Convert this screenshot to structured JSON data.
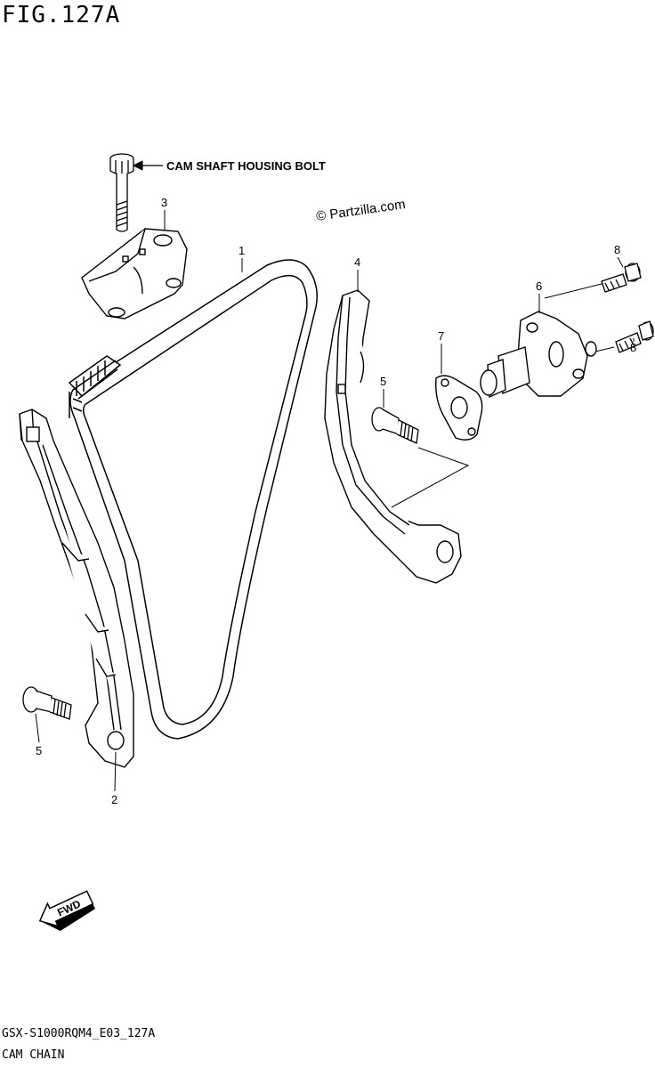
{
  "figure": {
    "title": "FIG.127A",
    "footer_code": "GSX-S1000RQM4_E03_127A",
    "footer_name": "CAM CHAIN",
    "watermark": "© Partzilla.com",
    "callout": "CAM SHAFT HOUSING BOLT",
    "fwd_label": "FWD"
  },
  "parts": [
    {
      "ref": "1",
      "name": "cam-chain"
    },
    {
      "ref": "2",
      "name": "cam-chain-guide"
    },
    {
      "ref": "3",
      "name": "cam-shaft-housing"
    },
    {
      "ref": "4",
      "name": "tensioner-guide"
    },
    {
      "ref": "5",
      "name": "guide-bolt"
    },
    {
      "ref": "6",
      "name": "cam-chain-tensioner"
    },
    {
      "ref": "7",
      "name": "tensioner-gasket"
    },
    {
      "ref": "8",
      "name": "tensioner-bolt"
    }
  ]
}
